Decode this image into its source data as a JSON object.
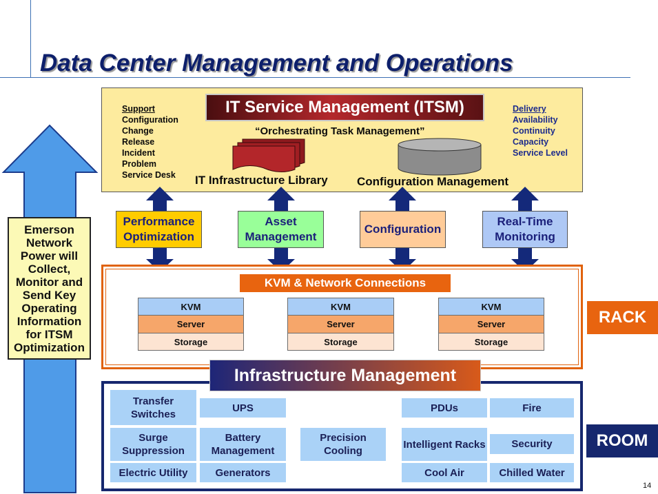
{
  "title": "Data Center Management and Operations",
  "itsm": {
    "banner": "IT Service Management (ITSM)",
    "tagline": "“Orchestrating Task Management”",
    "support_heading": "Support",
    "support_items": [
      "Configuration",
      "Change",
      "Release",
      "Incident",
      "Problem",
      "Service Desk"
    ],
    "delivery_heading": "Delivery",
    "delivery_items": [
      "Availability",
      "Continuity",
      "Capacity",
      "Service Level"
    ],
    "library_label": "IT Infrastructure Library",
    "config_mgmt_label": "Configuration Management"
  },
  "middle_boxes": [
    {
      "label": "Performance Optimization",
      "color": "#ffcc00"
    },
    {
      "label": "Asset Management",
      "color": "#99ff99"
    },
    {
      "label": "Configuration",
      "color": "#ffcc99"
    },
    {
      "label": "Real-Time Monitoring",
      "color": "#aec8f5"
    }
  ],
  "rack": {
    "banner": "KVM & Network Connections",
    "stack_labels": [
      "KVM",
      "Server",
      "Storage"
    ],
    "tag": "RACK"
  },
  "infrastructure_banner": "Infrastructure Management",
  "room": {
    "tag": "ROOM",
    "cells": [
      "Transfer Switches",
      "UPS",
      "PDUs",
      "Fire",
      "Surge Suppression",
      "Battery Management",
      "Precision Cooling",
      "Intelligent Racks",
      "Security",
      "Electric Utility",
      "Generators",
      "Cool Air",
      "Chilled Water"
    ]
  },
  "emerson_text": "Emerson Network Power will Collect, Monitor and Send Key Operating Information for ITSM Optimization",
  "page_number": "14",
  "colors": {
    "title": "#0d1f6b",
    "itsm_panel": "#fdeb9e",
    "arrow_navy": "#14297a",
    "rack_orange": "#e0620c",
    "room_navy": "#16276e",
    "room_cell": "#aad2f7",
    "kvm_cell": "#a9cdf6",
    "server_cell": "#f6a66a",
    "storage_cell": "#fde4d2",
    "big_arrow": "#4f9be8"
  }
}
